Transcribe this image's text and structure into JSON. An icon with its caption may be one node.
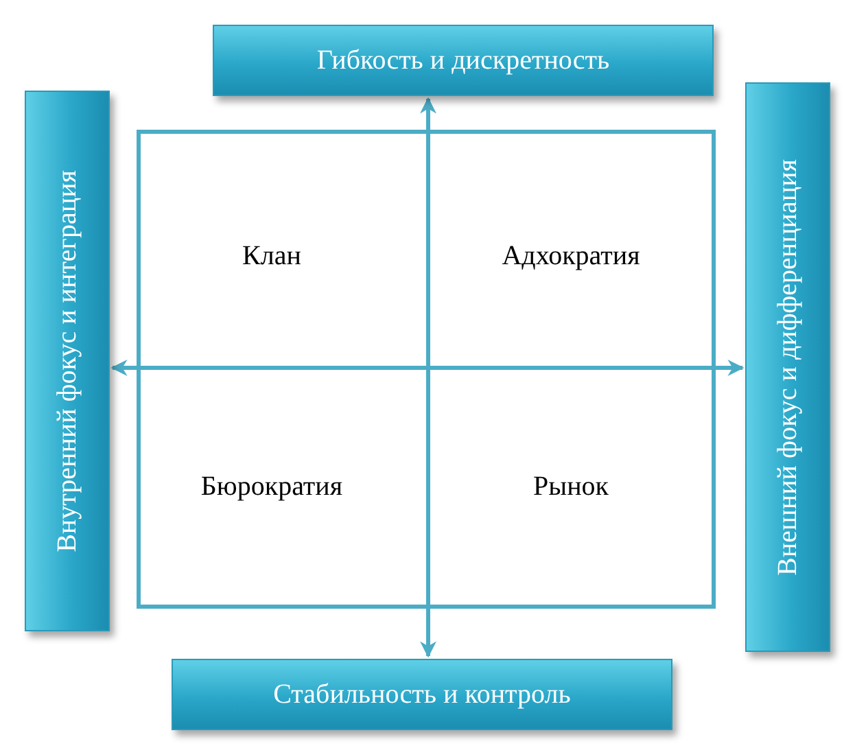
{
  "diagram": {
    "nodes": [
      {
        "text": [
          "Гибкость и дискретность"
        ]
      },
      {
        "text": [
          "Внутренний фокус и интеграция"
        ]
      },
      {
        "text": [
          "Клан"
        ]
      },
      {
        "text": [
          "Адхократия"
        ]
      },
      {
        "text": [
          "Внешний фокус и дифференциация"
        ]
      },
      {
        "text": [
          "Бюрократия"
        ]
      },
      {
        "text": [
          "Рынок"
        ]
      },
      {
        "text": [
          "Стабильность и контроль"
        ]
      }
    ],
    "edges": [
      {
        "from": 0,
        "to": 7,
        "arrow": "both"
      },
      {
        "from": 1,
        "to": 4,
        "arrow": "both"
      }
    ]
  }
}
